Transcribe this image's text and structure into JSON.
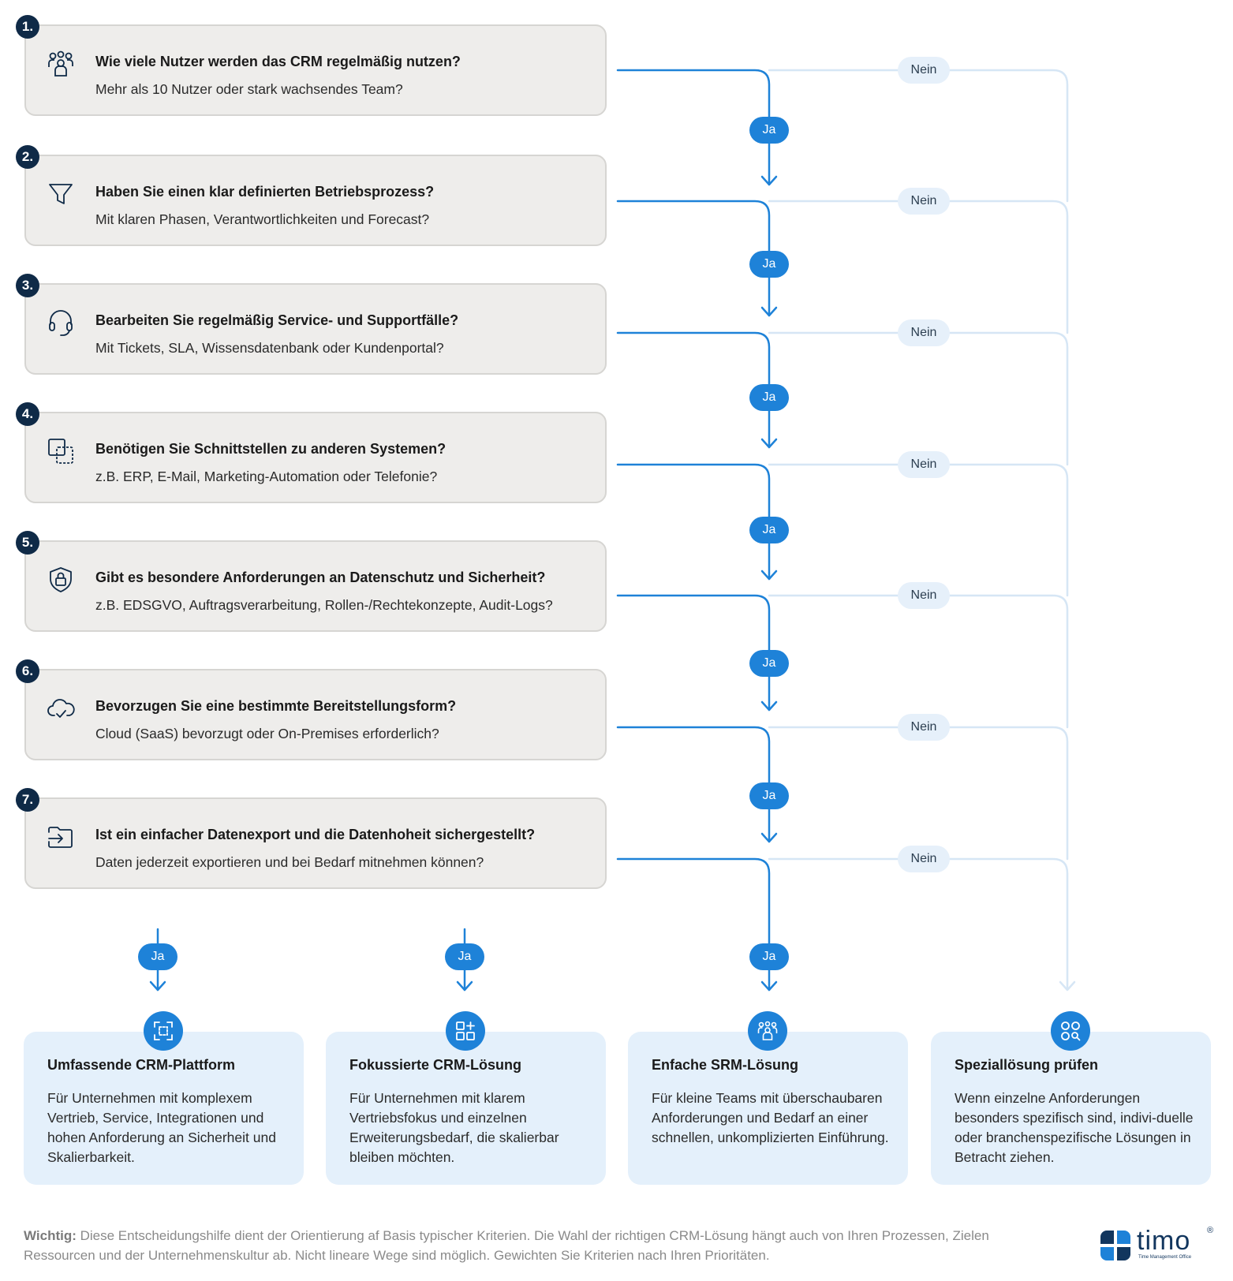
{
  "questions": [
    {
      "num": "1.",
      "icon": "users-icon",
      "title": "Wie viele Nutzer werden das CRM regelmäßig nutzen?",
      "subtitle": "Mehr als 10 Nutzer oder stark wachsendes Team?"
    },
    {
      "num": "2.",
      "icon": "funnel-icon",
      "title": "Haben Sie einen klar definierten Betriebsprozess?",
      "subtitle": "Mit klaren Phasen, Verantwortlichkeiten und Forecast?"
    },
    {
      "num": "3.",
      "icon": "headset-icon",
      "title": "Bearbeiten Sie regelmäßig Service- und Supportfälle?",
      "subtitle": "Mit Tickets, SLA, Wissensdatenbank oder Kundenportal?"
    },
    {
      "num": "4.",
      "icon": "integration-icon",
      "title": "Benötigen Sie Schnittstellen zu anderen Systemen?",
      "subtitle": "z.B. ERP, E-Mail, Marketing-Automation oder Telefonie?"
    },
    {
      "num": "5.",
      "icon": "shield-lock-icon",
      "title": "Gibt es besondere Anforderungen an Datenschutz und Sicherheit?",
      "subtitle": "z.B. EDSGVO, Auftragsverarbeitung, Rollen-/Rechtekonzepte, Audit-Logs?"
    },
    {
      "num": "6.",
      "icon": "cloud-check-icon",
      "title": "Bevorzugen Sie eine bestimmte Bereitstellungsform?",
      "subtitle": "Cloud (SaaS) bevorzugt oder On-Premises erforderlich?"
    },
    {
      "num": "7.",
      "icon": "export-icon",
      "title": "Ist ein einfacher Datenexport und die Datenhoheit sichergestellt?",
      "subtitle": "Daten jederzeit exportieren und bei Bedarf mitnehmen können?"
    }
  ],
  "labels": {
    "yes": "Ja",
    "no": "Nein"
  },
  "results": [
    {
      "icon": "expand-frame-icon",
      "title": "Umfassende CRM-Plattform",
      "description": "Für Unternehmen mit komplexem Vertrieb, Service, Integrationen und hohen Anforderung an Sicherheit und Skalierbarkeit."
    },
    {
      "icon": "grid-plus-icon",
      "title": "Fokussierte CRM-Lösung",
      "description": "Für Unternehmen mit klarem Vertriebsfokus und einzelnen Erweiterungsbedarf, die skalierbar bleiben möchten."
    },
    {
      "icon": "team-icon",
      "title": "Enfache SRM-Lösung",
      "description": "Für kleine Teams mit überschaubaren Anforderungen und Bedarf an einer schnellen, unkomplizierten Einführung."
    },
    {
      "icon": "grid-search-icon",
      "title": "Speziallösung prüfen",
      "description": "Wenn einzelne Anforderungen besonders spezifisch sind, indivi-duelle oder branchenspezifische Lösungen in Betracht ziehen."
    }
  ],
  "footer": {
    "label": "Wichtig:",
    "text": "Diese Entscheidungshilfe dient der Orientierung af Basis typischer Kriterien. Die Wahl der richtigen CRM-Lösung hängt auch von Ihren Prozessen, Zielen Ressourcen und der Unternehmenskultur ab. Nicht lineare Wege sind möglich. Gewichten Sie Kriterien nach Ihren Prioritäten."
  },
  "logo": {
    "name": "timo",
    "registered": "®",
    "tagline": "Time Management Office"
  },
  "colors": {
    "primary": "#1e82d8",
    "navy": "#0f2a47",
    "box_gray": "#eeedeb",
    "result_bg": "#e4f0fb",
    "nein_line": "#d6e6f5",
    "nein_pill": "#e6f0fa"
  }
}
